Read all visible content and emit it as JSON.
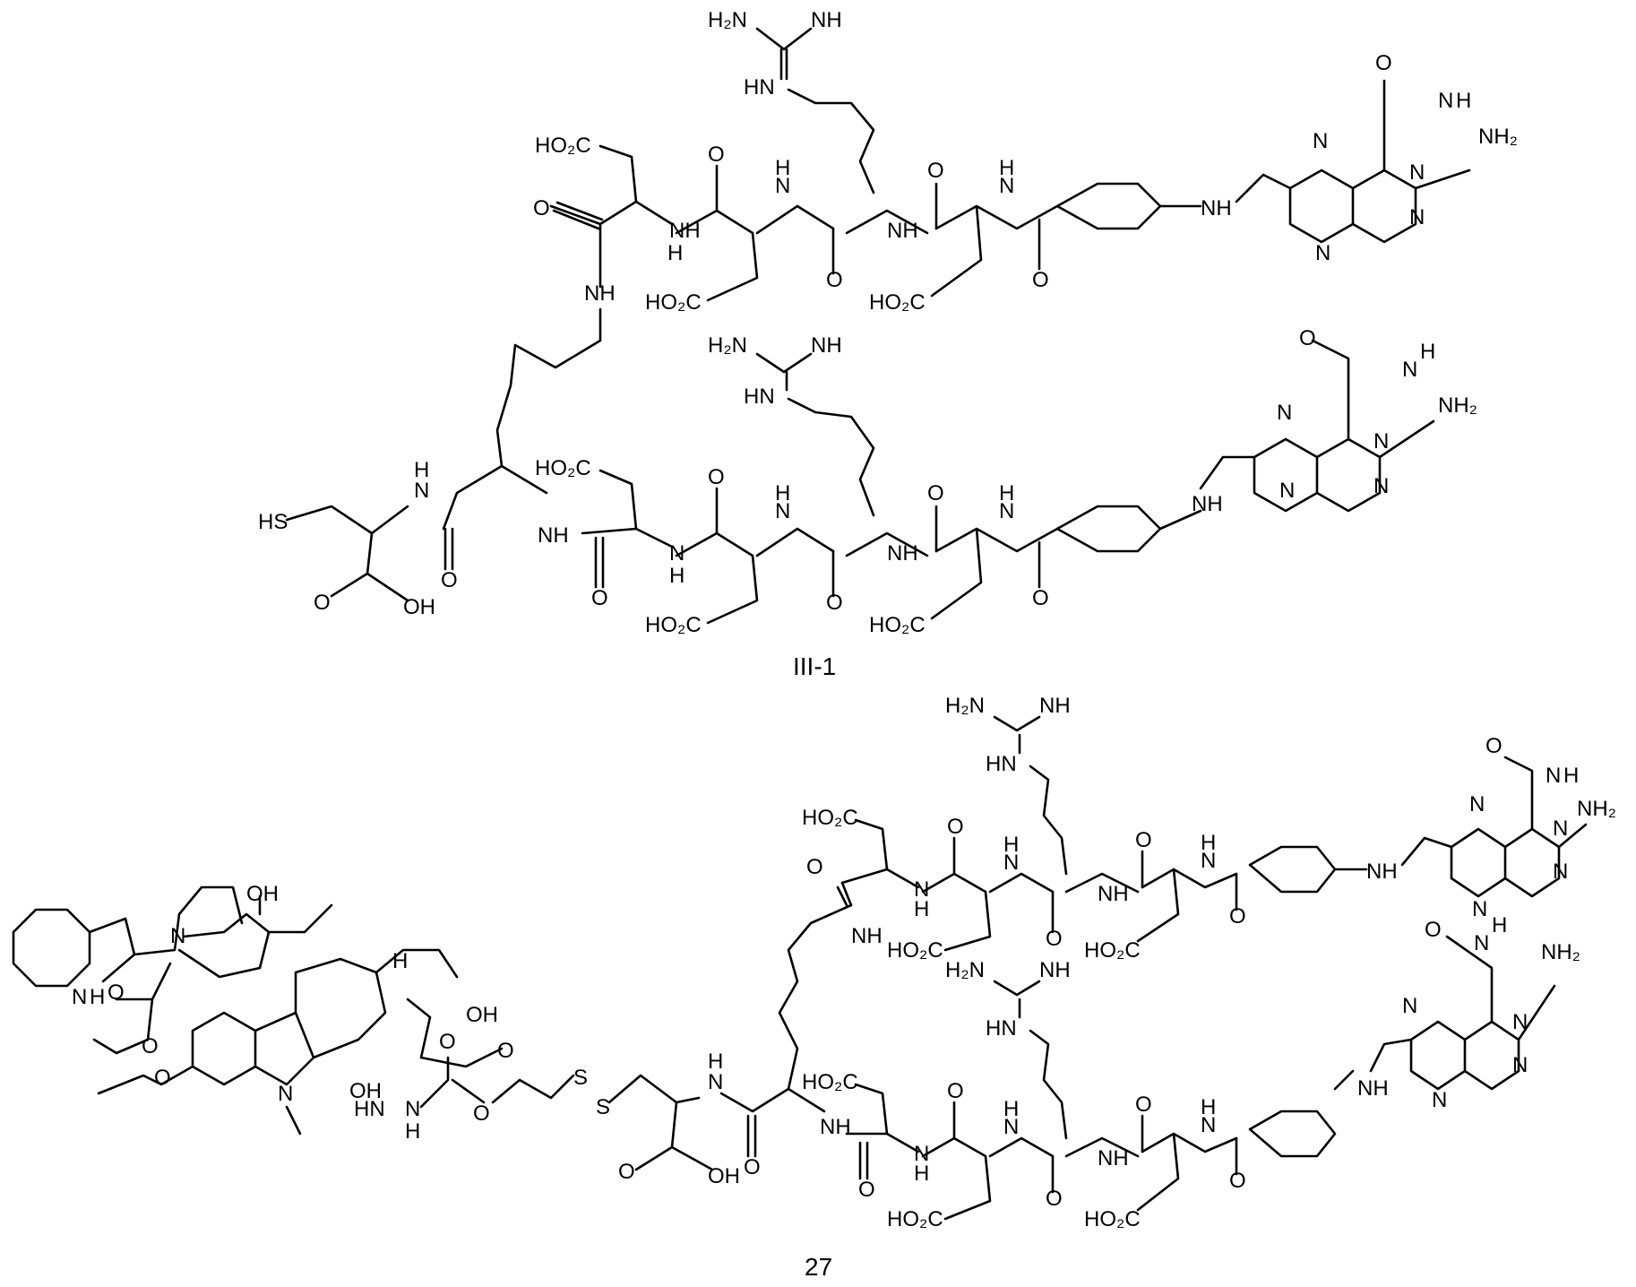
{
  "figure": {
    "compounds": [
      {
        "label": "III-1",
        "cysteine": {
          "thiol": "HS",
          "acid_oxygen": "O",
          "acid_hydroxyl": "OH"
        },
        "lysine_amides": {
          "upper_nh": "NH",
          "lower_nh": "NH",
          "cys_nh": "N",
          "cys_h": "H"
        },
        "chains": [
          {
            "asp1_acid": "HO₂C",
            "asp2_acid": "HO₂C",
            "asp3_acid": "HO₂C",
            "guanidine_h2n": "H₂N",
            "guanidine_nh": "NH",
            "guanidine_hn": "HN",
            "linker_nh": "NH",
            "pteridine_amine": "NH₂",
            "pteridine_oxo": "O",
            "pteridine_nh": "H"
          },
          {
            "asp1_acid": "HO₂C",
            "asp2_acid": "HO₂C",
            "asp3_acid": "HO₂C",
            "guanidine_h2n": "H₂N",
            "guanidine_nh": "NH",
            "guanidine_hn": "HN",
            "linker_nh": "NH",
            "pteridine_amine": "NH₂",
            "pteridine_oxo": "O",
            "pteridine_nh": "H"
          }
        ]
      },
      {
        "label": "27",
        "cysteine": {
          "acid_oxygen": "O",
          "acid_hydroxyl": "OH",
          "disulfide": "S"
        },
        "lysine_amides": {
          "upper_nh": "NH",
          "lower_nh": "NH",
          "cys_nh": "N",
          "cys_h": "H"
        },
        "vinca": {
          "indole_nh": "H",
          "indole_n": "N",
          "hydroxyl_top": "OH",
          "hydroxyl_mid": "OH",
          "hydroxyl_low": "OH",
          "tertiary_n_upper": "N",
          "tertiary_n_lower": "N",
          "h_mark": "H",
          "carbonyl_o": "O",
          "methoxy_o": "O",
          "ester_o": "O",
          "hydrazide_hn": "HN",
          "hydrazide_nh": "N",
          "hydrazide_h": "H",
          "carbamate_o": "O",
          "carbamate_o2": "O"
        },
        "chains": [
          {
            "asp1_acid": "HO₂C",
            "asp2_acid": "HO₂C",
            "asp3_acid": "HO₂C",
            "guanidine_h2n": "H₂N",
            "guanidine_nh": "NH",
            "guanidine_hn": "HN",
            "linker_nh": "NH",
            "pteridine_amine": "NH₂",
            "pteridine_oxo": "O",
            "pteridine_nh": "H"
          },
          {
            "asp1_acid": "HO₂C",
            "asp2_acid": "HO₂C",
            "asp3_acid": "HO₂C",
            "guanidine_h2n": "H₂N",
            "guanidine_nh": "NH",
            "guanidine_hn": "HN",
            "linker_nh": "NH",
            "pteridine_amine": "NH₂",
            "pteridine_oxo": "O",
            "pteridine_nh": "H"
          }
        ]
      }
    ]
  },
  "colors": {
    "background": "#ffffff",
    "ink": "#000000"
  }
}
